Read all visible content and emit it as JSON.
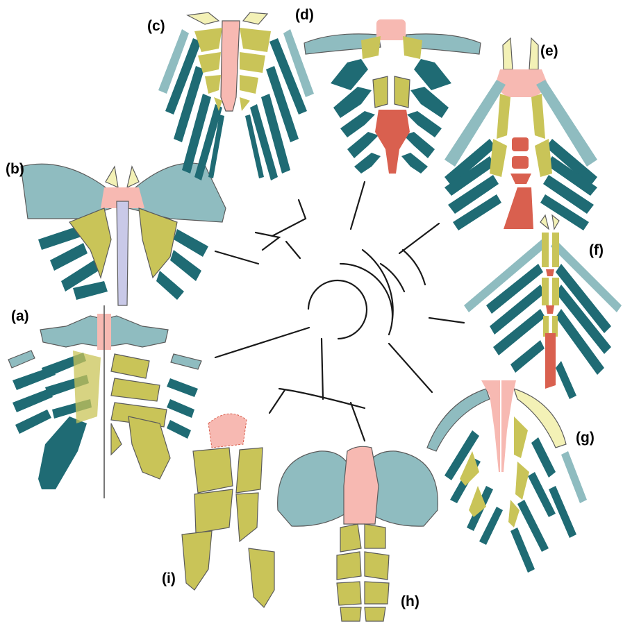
{
  "figure": {
    "panels": [
      {
        "id": "a",
        "label": "(a)"
      },
      {
        "id": "b",
        "label": "(b)"
      },
      {
        "id": "c",
        "label": "(c)"
      },
      {
        "id": "d",
        "label": "(d)"
      },
      {
        "id": "e",
        "label": "(e)"
      },
      {
        "id": "f",
        "label": "(f)"
      },
      {
        "id": "g",
        "label": "(g)"
      },
      {
        "id": "h",
        "label": "(h)"
      },
      {
        "id": "i",
        "label": "(i)"
      }
    ],
    "colors": {
      "sternum_pink": "#f7b9b2",
      "sternebra_red": "#d9604f",
      "rib_dark_teal": "#1f6b74",
      "rib_light_teal": "#8fbcc0",
      "cartilage_olive": "#c9c458",
      "clavicle_pale_yellow": "#f3f1b6",
      "interclavicle_lavender": "#c9c9e8",
      "tree_line": "#1a1a1a"
    }
  }
}
